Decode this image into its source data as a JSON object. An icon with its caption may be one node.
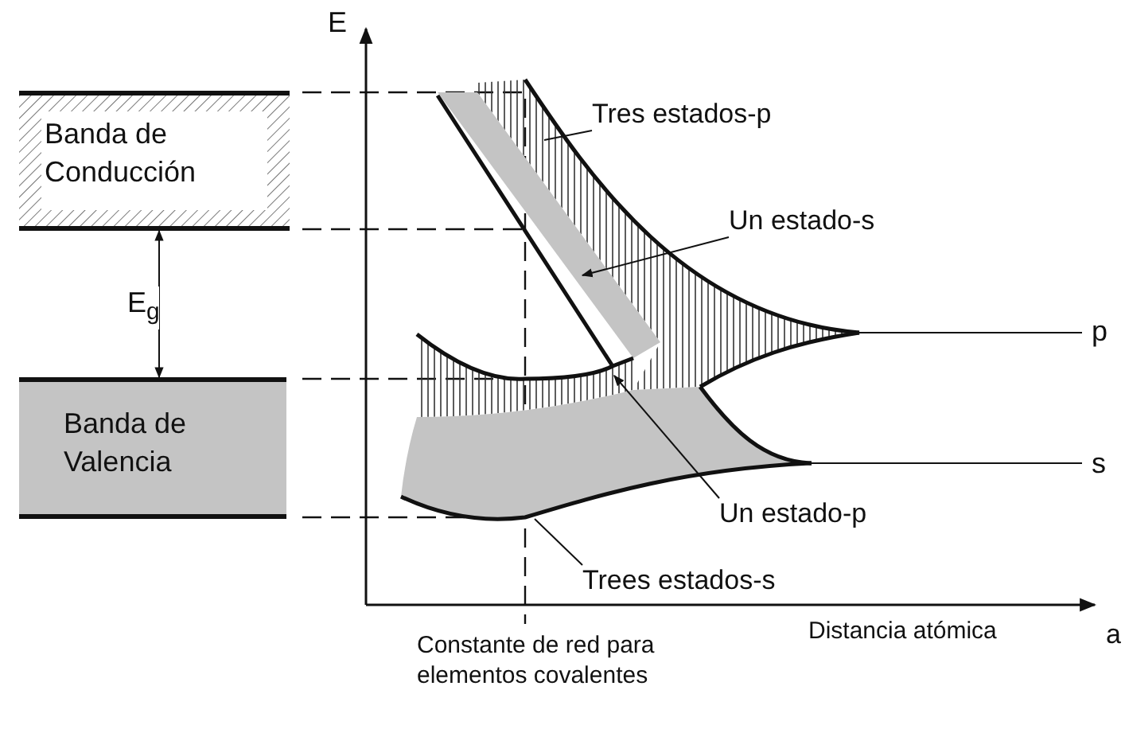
{
  "diagram": {
    "nodes": [
      {
        "text": [
          "Tres estados-p"
        ]
      },
      {
        "text": [
          "Banda de Conducción"
        ]
      },
      {
        "text": [
          "Un estado-s"
        ]
      },
      {
        "text": [
          "Banda de Valencia"
        ]
      },
      {
        "text": [
          "Un estado-p"
        ]
      },
      {
        "text": [
          "Trees estados-s"
        ]
      }
    ],
    "edges": [
      {
        "from": 0,
        "to": null,
        "arrow": "none"
      },
      {
        "from": 2,
        "to": null,
        "arrow": "to"
      },
      {
        "from": 4,
        "to": null,
        "arrow": "to"
      },
      {
        "from": 5,
        "to": null,
        "arrow": "none"
      },
      {
        "from": 1,
        "to": 3,
        "arrow": "both",
        "label": "E$_{g}$"
      }
    ],
    "labels": [
      "E",
      "p",
      "s",
      "Constante de red para elementos covalentes",
      "Distancia atómica",
      "a"
    ]
  }
}
